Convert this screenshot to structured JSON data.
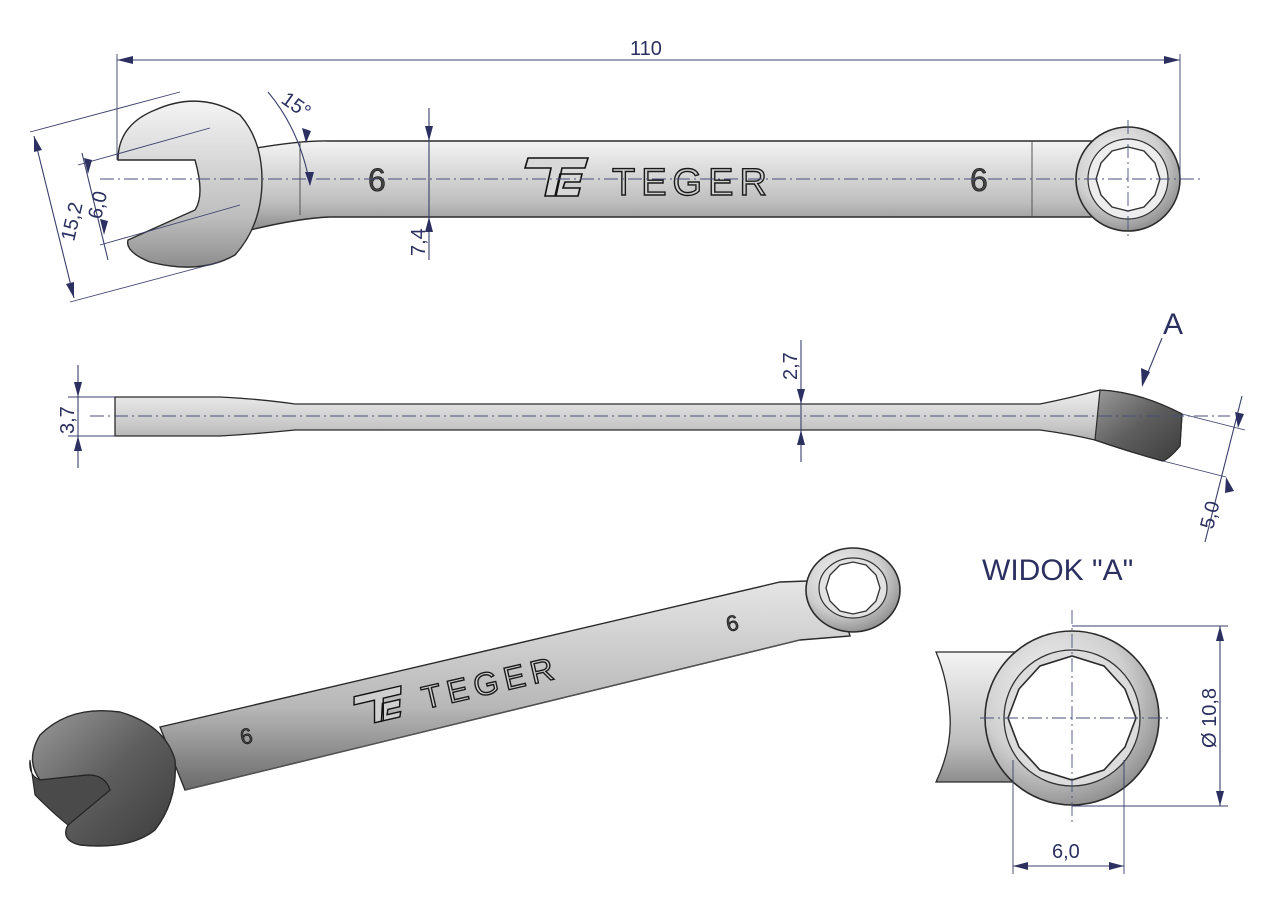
{
  "dimensions": {
    "overall_length": "110",
    "jaw_angle": "15°",
    "jaw_opening": "6,0",
    "head_width": "15,2",
    "shank_width": "7,4",
    "shank_thickness": "2,7",
    "jaw_thickness": "3,7",
    "ring_thickness": "5,0",
    "ring_diameter": "Ø 10,8",
    "ring_size": "6,0"
  },
  "markings": {
    "size_mark": "6",
    "brand": "TEGER"
  },
  "view_marker": "A",
  "detail_view_title": "WIDOK \"A\"",
  "colors": {
    "dimension": "#2b3060",
    "metal_light": "#e8e8e8",
    "metal_dark": "#6e6e6e",
    "outline": "#2a2a2a"
  }
}
